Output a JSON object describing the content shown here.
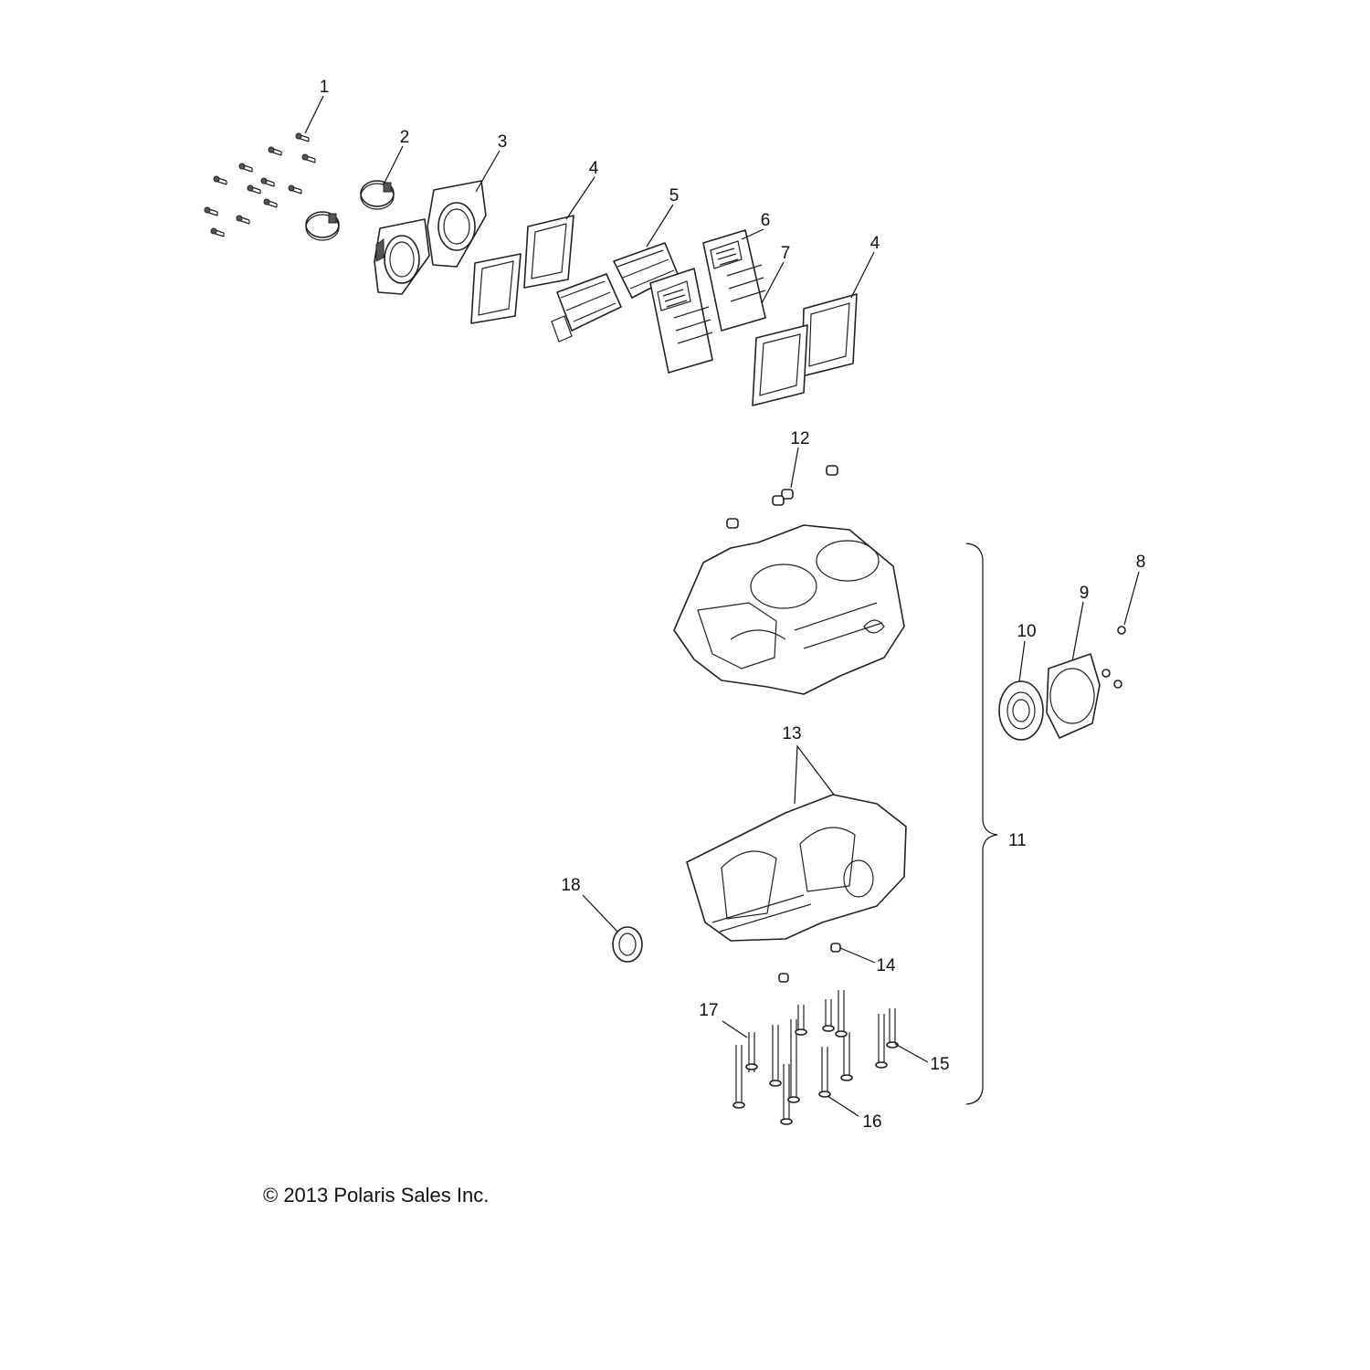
{
  "callouts": {
    "c1": "1",
    "c2": "2",
    "c3": "3",
    "c4a": "4",
    "c5": "5",
    "c6": "6",
    "c7": "7",
    "c4b": "4",
    "c8": "8",
    "c9": "9",
    "c10": "10",
    "c11": "11",
    "c12": "12",
    "c13": "13",
    "c14": "14",
    "c15": "15",
    "c16": "16",
    "c17": "17",
    "c18": "18"
  },
  "copyright": "© 2013 Polaris Sales Inc."
}
